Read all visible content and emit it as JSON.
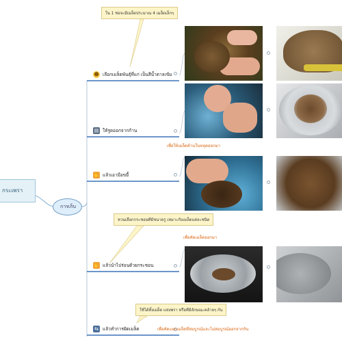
{
  "map": {
    "root": {
      "label": "กระเพรา",
      "icon": "flag-arrow-icon"
    },
    "branch": {
      "label": "การเก็บ"
    },
    "topics": [
      {
        "label": "เลือกเมล็ดพันธุ์ที่แก่ เป็นสีน้ำตาลเข้ม",
        "icon": "smiley-icon"
      },
      {
        "label": "ให้รูดออกจากก้าน",
        "icon": "chart-icon"
      },
      {
        "label": "แล้วเอามือขยี้",
        "icon": "hand-icon"
      },
      {
        "label": "แล้วนำไปร่อนด้วยกระชอน",
        "icon": "hand-icon"
      },
      {
        "label": "แล้วทำการฝัดเมล็ด",
        "icon": "arrows-icon"
      }
    ],
    "callouts": [
      "ใน 1 ช่อจะมีเมล็ดประมาณ 4 เมล็ดเล็กๆ",
      "หวนเลือกกระชอนที่มีขนาดรู เหมาะกับเมล็ดแต่ละชนิด",
      "ใช้ได้ทั้งเมล็ด แห่งพรา หรือที่มีลักษณะคล้ายๆ กัน"
    ],
    "notes": [
      "เพื่อให้เมล็ดด้านในหลุดออกมา",
      "เพื่อคัดเมล็ดออกมา",
      "เพื่อคัดแยกเมล็ดที่สมบูรณ์และไม่สมบูรณ์ออกจากกัน"
    ]
  },
  "colors": {
    "branch_line": "#3b73b9",
    "callout_bg": "#fdf5c9",
    "note_text": "#d9650f"
  }
}
